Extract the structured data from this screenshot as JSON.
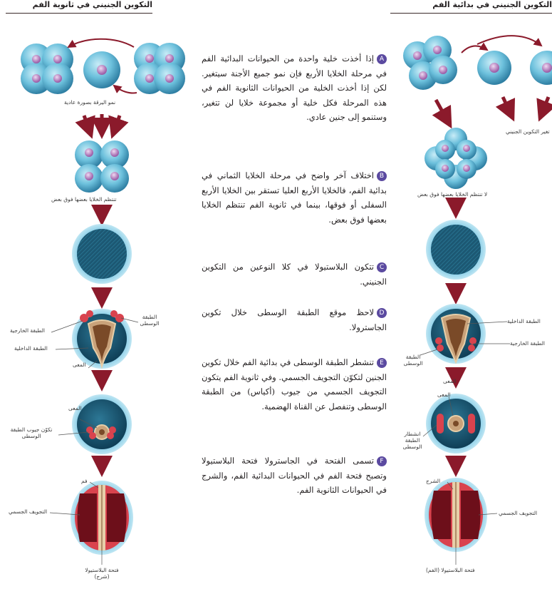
{
  "headers": {
    "deuterostome": "التكوين الجنيني في ثانوية الفم",
    "protostome": "التكوين الجنيني في بدائية الفم"
  },
  "left_labels": {
    "normal_growth": "نمو اليرقة بصورة عادية",
    "stacked": "تنتظم الخلايا بعضها فوق بعض",
    "mesoderm": "الطبقة الوسطى",
    "ectoderm": "الطبقة الخارجية",
    "endoderm": "الطبقة الداخلية",
    "gut1": "المعى",
    "gut2": "المعى",
    "pouches": "تكوّن جيوب الطبقة الوسطى",
    "mouth": "فم",
    "coelom": "التجويف الجسمي",
    "blastopore": "فتحة البلاستيولا (شرج)"
  },
  "right_labels": {
    "change": "تغير التكوين الجنيني",
    "not_stacked": "لا تنتظم الخلايا بعضها فوق بعض",
    "endoderm": "الطبقة الداخلية",
    "ectoderm": "الطبقة الخارجية",
    "mesoderm": "الطبقة الوسطى",
    "gut1": "المعى",
    "gut2": "المعى",
    "split": "انشطار الطبقة الوسطى",
    "anus": "الشرج",
    "coelom": "التجويف الجسمي",
    "blastopore": "فتحة البلاستيولا (الفم)"
  },
  "paragraphs": {
    "a": "إذا أخذت خلية واحدة من الحيوانات البدائية الفم في مرحلة الخلايا الأربع فإن نمو جميع الأجنة سيتغير. لكن إذا أخذت الخلية من الحيوانات الثانوية الفم في هذه المرحلة فكل خلية أو مجموعة خلايا لن تتغير، وستنمو إلى جنين عادي.",
    "b": "اختلاف آخر واضح في مرحلة الخلايا الثماني في بدائية الفم، فالخلايا الأربع العليا تستقر بين الخلايا الأربع السفلى أو فوقها، بينما في ثانوية الفم تنتظم الخلايا بعضها فوق بعض.",
    "c": "تتكون البلاستيولا في كلا النوعين من التكوين الجنيني.",
    "d": "لاحظ موقع الطبقة الوسطى خلال تكوين الجاسترولا.",
    "e": "تنشطر الطبقة الوسطى في بدائية الفم خلال تكوين الجنين لتكوّن التجويف الجسمي. وفي ثانوية الفم يتكون التجويف الجسمي من جيوب (أكياس) من الطبقة الوسطى وتنفصل عن القناة الهضمية.",
    "f": "تسمى الفتحة في الجاسترولا فتحة البلاستيولا وتصبح فتحة الفم في الحيوانات البدائية الفم، والشرج في الحيوانات الثانوية الفم."
  },
  "badges": {
    "a": "A",
    "b": "B",
    "c": "C",
    "d": "D",
    "e": "E",
    "f": "F"
  },
  "colors": {
    "cell": "#5fb6d3",
    "nucleus": "#b07ab8",
    "arrow": "#8b1a2b",
    "blastula": "#1d5f7c",
    "mesoderm": "#d9434e",
    "endoderm": "#c9a27a",
    "badge": "#5b4aa0"
  }
}
